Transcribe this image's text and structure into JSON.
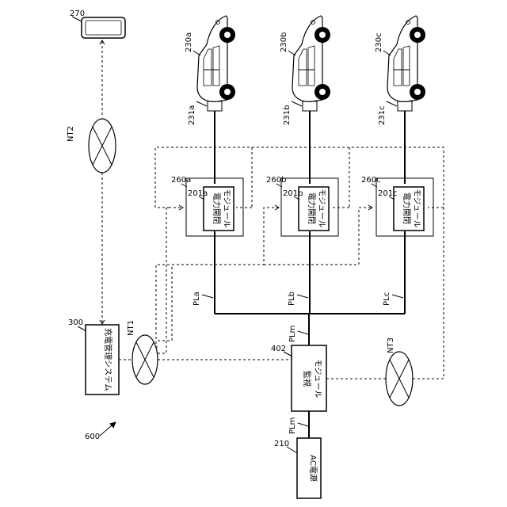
{
  "figure": {
    "number_label": "600",
    "display": {
      "id": "270"
    },
    "charging_system": {
      "id": "300",
      "label": "充電管理システム"
    },
    "ac_source": {
      "id": "210",
      "label": "AC電源"
    },
    "monitor": {
      "id": "402",
      "label_line1": "監視",
      "label_line2": "モジュール"
    },
    "networks": [
      {
        "id": "NT1"
      },
      {
        "id": "NT2"
      },
      {
        "id": "NT3"
      }
    ],
    "main_line": {
      "label_top": "PLm",
      "label_bottom": "PLm"
    },
    "branches": [
      {
        "vehicle": "230a",
        "connector": "231a",
        "station": "260a",
        "module_id": "201a",
        "line": "PLa",
        "label_line1": "電力開閉",
        "label_line2": "モジュール"
      },
      {
        "vehicle": "230b",
        "connector": "231b",
        "station": "260b",
        "module_id": "201b",
        "line": "PLb",
        "label_line1": "電力開閉",
        "label_line2": "モジュール"
      },
      {
        "vehicle": "230c",
        "connector": "231c",
        "station": "260c",
        "module_id": "201c",
        "line": "PLc",
        "label_line1": "電力開閉",
        "label_line2": "モジュール"
      }
    ]
  }
}
